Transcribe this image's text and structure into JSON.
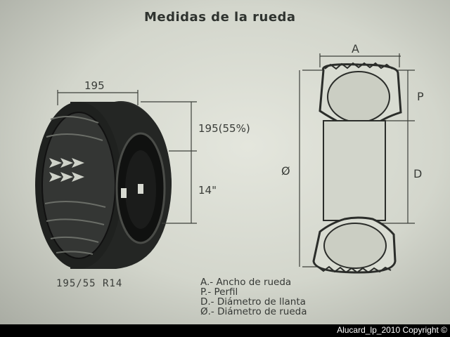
{
  "title": "Medidas de la rueda",
  "tire": {
    "width_label": "195",
    "profile_label": "195(55%)",
    "rim_label": "14\"",
    "code": "195/55 R14"
  },
  "section": {
    "a_label": "A",
    "p_label": "P",
    "d_label": "D",
    "diameter_label": "Ø"
  },
  "legend": [
    "A.- Ancho de rueda",
    "P.- Perfil",
    "D.- Diámetro de llanta",
    "Ø.- Diámetro de rueda"
  ],
  "footer": "Alucard_lp_2010 Copyright ©"
}
